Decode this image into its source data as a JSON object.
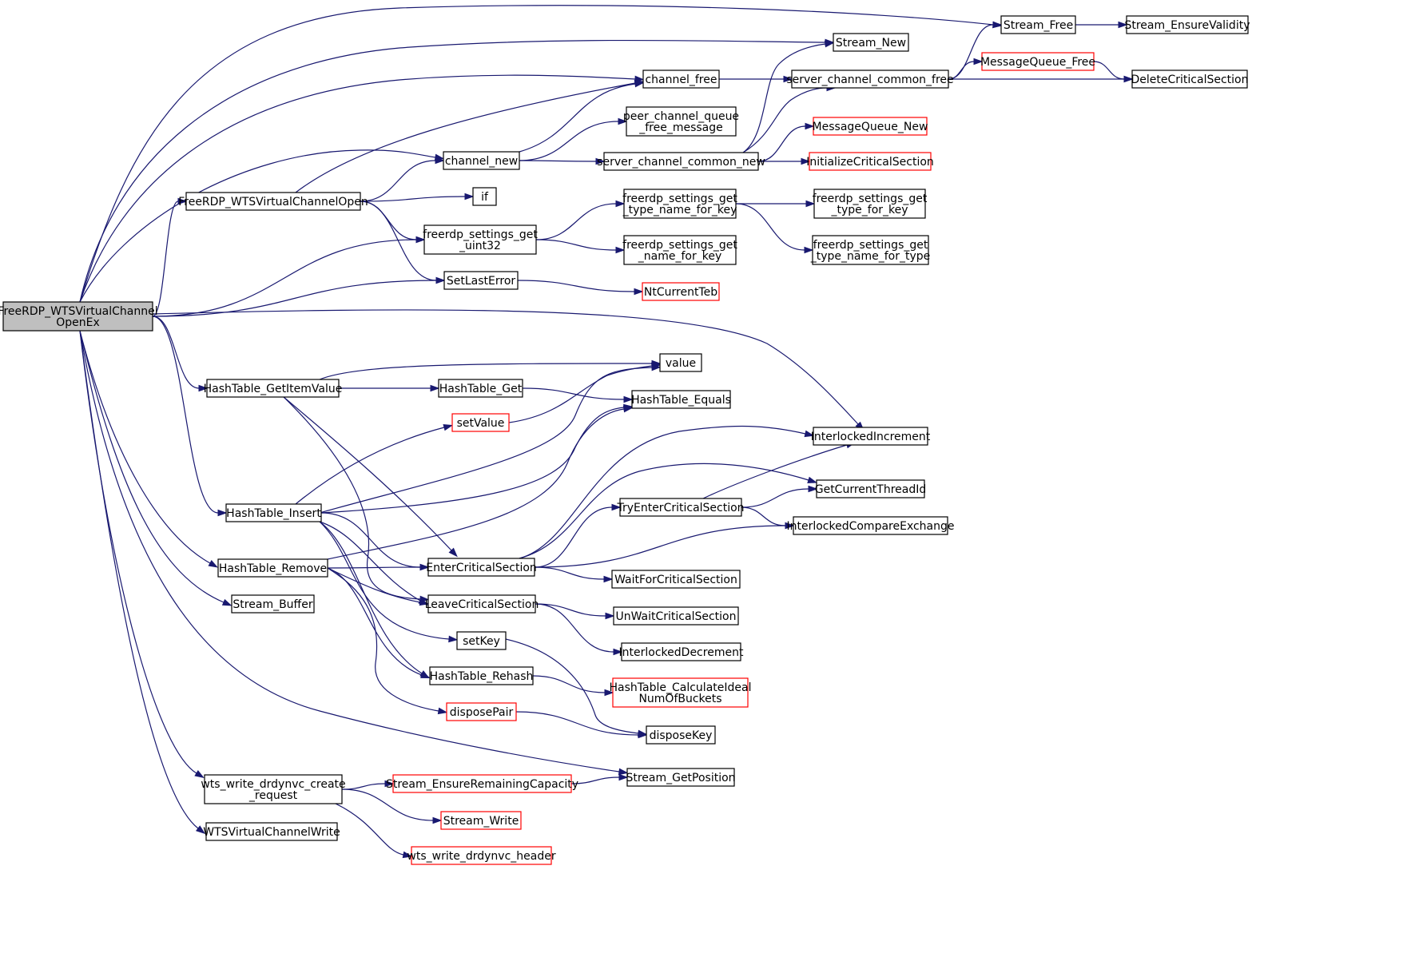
{
  "colors": {
    "edge": "#191970",
    "node_border_normal": "#000000",
    "node_border_external": "#ff0000",
    "root_fill": "#bfbfbf",
    "node_fill": "#ffffff"
  },
  "nodes": [
    {
      "id": "root",
      "lines": [
        "FreeRDP_WTSVirtualChannel",
        "OpenEx"
      ],
      "style": "root"
    },
    {
      "id": "stream_free",
      "lines": [
        "Stream_Free"
      ],
      "style": "normal"
    },
    {
      "id": "stream_ensurevalidity",
      "lines": [
        "Stream_EnsureValidity"
      ],
      "style": "normal"
    },
    {
      "id": "stream_new",
      "lines": [
        "Stream_New"
      ],
      "style": "normal"
    },
    {
      "id": "channel_free",
      "lines": [
        "channel_free"
      ],
      "style": "normal"
    },
    {
      "id": "server_channel_common_free",
      "lines": [
        "server_channel_common_free"
      ],
      "style": "normal"
    },
    {
      "id": "messagequeue_free",
      "lines": [
        "MessageQueue_Free"
      ],
      "style": "external"
    },
    {
      "id": "deletecriticalsection",
      "lines": [
        "DeleteCriticalSection"
      ],
      "style": "normal"
    },
    {
      "id": "peer_channel_queue_free_message",
      "lines": [
        "peer_channel_queue",
        "_free_message"
      ],
      "style": "normal"
    },
    {
      "id": "messagequeue_new",
      "lines": [
        "MessageQueue_New"
      ],
      "style": "external"
    },
    {
      "id": "channel_new",
      "lines": [
        "channel_new"
      ],
      "style": "normal"
    },
    {
      "id": "server_channel_common_new",
      "lines": [
        "server_channel_common_new"
      ],
      "style": "normal"
    },
    {
      "id": "initializecriticalsection",
      "lines": [
        "InitializeCriticalSection"
      ],
      "style": "external"
    },
    {
      "id": "wtsvirtualchannelopen",
      "lines": [
        "FreeRDP_WTSVirtualChannelOpen"
      ],
      "style": "normal"
    },
    {
      "id": "if",
      "lines": [
        "if"
      ],
      "style": "normal"
    },
    {
      "id": "freerdp_settings_get_type_name_for_key",
      "lines": [
        "freerdp_settings_get",
        "_type_name_for_key"
      ],
      "style": "normal"
    },
    {
      "id": "freerdp_settings_get_type_for_key",
      "lines": [
        "freerdp_settings_get",
        "_type_for_key"
      ],
      "style": "normal"
    },
    {
      "id": "freerdp_settings_get_uint32",
      "lines": [
        "freerdp_settings_get",
        "_uint32"
      ],
      "style": "normal"
    },
    {
      "id": "freerdp_settings_get_name_for_key",
      "lines": [
        "freerdp_settings_get",
        "_name_for_key"
      ],
      "style": "normal"
    },
    {
      "id": "freerdp_settings_get_type_name_for_type",
      "lines": [
        "freerdp_settings_get",
        "_type_name_for_type"
      ],
      "style": "normal"
    },
    {
      "id": "setlasterror",
      "lines": [
        "SetLastError"
      ],
      "style": "normal"
    },
    {
      "id": "ntcurrentteb",
      "lines": [
        "NtCurrentTeb"
      ],
      "style": "external"
    },
    {
      "id": "value",
      "lines": [
        "value"
      ],
      "style": "normal"
    },
    {
      "id": "hashtable_getitemvalue",
      "lines": [
        "HashTable_GetItemValue"
      ],
      "style": "normal"
    },
    {
      "id": "hashtable_get",
      "lines": [
        "HashTable_Get"
      ],
      "style": "normal"
    },
    {
      "id": "hashtable_equals",
      "lines": [
        "HashTable_Equals"
      ],
      "style": "normal"
    },
    {
      "id": "setvalue",
      "lines": [
        "setValue"
      ],
      "style": "external"
    },
    {
      "id": "interlockedincrement",
      "lines": [
        "InterlockedIncrement"
      ],
      "style": "normal"
    },
    {
      "id": "getcurrentthreadid",
      "lines": [
        "GetCurrentThreadId"
      ],
      "style": "normal"
    },
    {
      "id": "hashtable_insert",
      "lines": [
        "HashTable_Insert"
      ],
      "style": "normal"
    },
    {
      "id": "tryentercriticalsection",
      "lines": [
        "TryEnterCriticalSection"
      ],
      "style": "normal"
    },
    {
      "id": "interlockedcompareexchange",
      "lines": [
        "InterlockedCompareExchange"
      ],
      "style": "normal"
    },
    {
      "id": "hashtable_remove",
      "lines": [
        "HashTable_Remove"
      ],
      "style": "normal"
    },
    {
      "id": "entercriticalsection",
      "lines": [
        "EnterCriticalSection"
      ],
      "style": "normal"
    },
    {
      "id": "waitforcriticalsection",
      "lines": [
        "WaitForCriticalSection"
      ],
      "style": "normal"
    },
    {
      "id": "stream_buffer",
      "lines": [
        "Stream_Buffer"
      ],
      "style": "normal"
    },
    {
      "id": "leavecriticalsection",
      "lines": [
        "LeaveCriticalSection"
      ],
      "style": "normal"
    },
    {
      "id": "unwaitcriticalsection",
      "lines": [
        "UnWaitCriticalSection"
      ],
      "style": "normal"
    },
    {
      "id": "setkey",
      "lines": [
        "setKey"
      ],
      "style": "normal"
    },
    {
      "id": "interlockeddecrement",
      "lines": [
        "InterlockedDecrement"
      ],
      "style": "normal"
    },
    {
      "id": "hashtable_rehash",
      "lines": [
        "HashTable_Rehash"
      ],
      "style": "normal"
    },
    {
      "id": "hashtable_calculateidealnumofbuckets",
      "lines": [
        "HashTable_CalculateIdeal",
        "NumOfBuckets"
      ],
      "style": "external"
    },
    {
      "id": "disposepair",
      "lines": [
        "disposePair"
      ],
      "style": "external"
    },
    {
      "id": "disposekey",
      "lines": [
        "disposeKey"
      ],
      "style": "normal"
    },
    {
      "id": "wts_write_drdynvc_create_request",
      "lines": [
        "wts_write_drdynvc_create",
        "_request"
      ],
      "style": "normal"
    },
    {
      "id": "stream_ensureremainingcapacity",
      "lines": [
        "Stream_EnsureRemainingCapacity"
      ],
      "style": "external"
    },
    {
      "id": "stream_getposition",
      "lines": [
        "Stream_GetPosition"
      ],
      "style": "normal"
    },
    {
      "id": "stream_write",
      "lines": [
        "Stream_Write"
      ],
      "style": "external"
    },
    {
      "id": "wtsvirtualchannelwrite",
      "lines": [
        "WTSVirtualChannelWrite"
      ],
      "style": "normal"
    },
    {
      "id": "wts_write_drdynvc_header",
      "lines": [
        "wts_write_drdynvc_header"
      ],
      "style": "external"
    }
  ],
  "edges": [
    [
      "root",
      "stream_free"
    ],
    [
      "root",
      "stream_new"
    ],
    [
      "root",
      "channel_free"
    ],
    [
      "root",
      "channel_new"
    ],
    [
      "root",
      "wtsvirtualchannelopen"
    ],
    [
      "root",
      "freerdp_settings_get_uint32"
    ],
    [
      "root",
      "setlasterror"
    ],
    [
      "root",
      "interlockedincrement"
    ],
    [
      "root",
      "hashtable_getitemvalue"
    ],
    [
      "root",
      "hashtable_insert"
    ],
    [
      "root",
      "hashtable_remove"
    ],
    [
      "root",
      "stream_buffer"
    ],
    [
      "root",
      "stream_getposition"
    ],
    [
      "root",
      "wts_write_drdynvc_create_request"
    ],
    [
      "root",
      "wtsvirtualchannelwrite"
    ],
    [
      "stream_free",
      "stream_ensurevalidity"
    ],
    [
      "channel_free",
      "server_channel_common_free"
    ],
    [
      "server_channel_common_free",
      "stream_free"
    ],
    [
      "server_channel_common_free",
      "messagequeue_free"
    ],
    [
      "server_channel_common_free",
      "deletecriticalsection"
    ],
    [
      "messagequeue_free",
      "deletecriticalsection"
    ],
    [
      "channel_new",
      "channel_free"
    ],
    [
      "channel_new",
      "peer_channel_queue_free_message"
    ],
    [
      "channel_new",
      "server_channel_common_new"
    ],
    [
      "server_channel_common_new",
      "stream_new"
    ],
    [
      "server_channel_common_new",
      "server_channel_common_free"
    ],
    [
      "server_channel_common_new",
      "messagequeue_new"
    ],
    [
      "server_channel_common_new",
      "initializecriticalsection"
    ],
    [
      "wtsvirtualchannelopen",
      "channel_free"
    ],
    [
      "wtsvirtualchannelopen",
      "channel_new"
    ],
    [
      "wtsvirtualchannelopen",
      "if"
    ],
    [
      "wtsvirtualchannelopen",
      "freerdp_settings_get_uint32"
    ],
    [
      "wtsvirtualchannelopen",
      "setlasterror"
    ],
    [
      "freerdp_settings_get_uint32",
      "freerdp_settings_get_type_name_for_key"
    ],
    [
      "freerdp_settings_get_uint32",
      "freerdp_settings_get_name_for_key"
    ],
    [
      "freerdp_settings_get_type_name_for_key",
      "freerdp_settings_get_type_for_key"
    ],
    [
      "freerdp_settings_get_type_name_for_key",
      "freerdp_settings_get_type_name_for_type"
    ],
    [
      "setlasterror",
      "ntcurrentteb"
    ],
    [
      "hashtable_getitemvalue",
      "value"
    ],
    [
      "hashtable_getitemvalue",
      "hashtable_get"
    ],
    [
      "hashtable_getitemvalue",
      "entercriticalsection"
    ],
    [
      "hashtable_getitemvalue",
      "leavecriticalsection"
    ],
    [
      "hashtable_get",
      "hashtable_equals"
    ],
    [
      "setvalue",
      "value"
    ],
    [
      "hashtable_insert",
      "setvalue"
    ],
    [
      "hashtable_insert",
      "value"
    ],
    [
      "hashtable_insert",
      "hashtable_equals"
    ],
    [
      "hashtable_insert",
      "entercriticalsection"
    ],
    [
      "hashtable_insert",
      "leavecriticalsection"
    ],
    [
      "hashtable_insert",
      "setkey"
    ],
    [
      "hashtable_insert",
      "hashtable_rehash"
    ],
    [
      "hashtable_remove",
      "hashtable_equals"
    ],
    [
      "hashtable_remove",
      "entercriticalsection"
    ],
    [
      "hashtable_remove",
      "leavecriticalsection"
    ],
    [
      "hashtable_remove",
      "hashtable_rehash"
    ],
    [
      "hashtable_remove",
      "disposepair"
    ],
    [
      "entercriticalsection",
      "interlockedincrement"
    ],
    [
      "entercriticalsection",
      "getcurrentthreadid"
    ],
    [
      "entercriticalsection",
      "tryentercriticalsection"
    ],
    [
      "entercriticalsection",
      "interlockedcompareexchange"
    ],
    [
      "entercriticalsection",
      "waitforcriticalsection"
    ],
    [
      "tryentercriticalsection",
      "interlockedincrement"
    ],
    [
      "tryentercriticalsection",
      "getcurrentthreadid"
    ],
    [
      "tryentercriticalsection",
      "interlockedcompareexchange"
    ],
    [
      "leavecriticalsection",
      "unwaitcriticalsection"
    ],
    [
      "leavecriticalsection",
      "interlockeddecrement"
    ],
    [
      "setkey",
      "disposekey"
    ],
    [
      "hashtable_rehash",
      "hashtable_calculateidealnumofbuckets"
    ],
    [
      "disposepair",
      "disposekey"
    ],
    [
      "wts_write_drdynvc_create_request",
      "stream_ensureremainingcapacity"
    ],
    [
      "wts_write_drdynvc_create_request",
      "stream_write"
    ],
    [
      "wts_write_drdynvc_create_request",
      "wts_write_drdynvc_header"
    ],
    [
      "stream_ensureremainingcapacity",
      "stream_getposition"
    ]
  ]
}
